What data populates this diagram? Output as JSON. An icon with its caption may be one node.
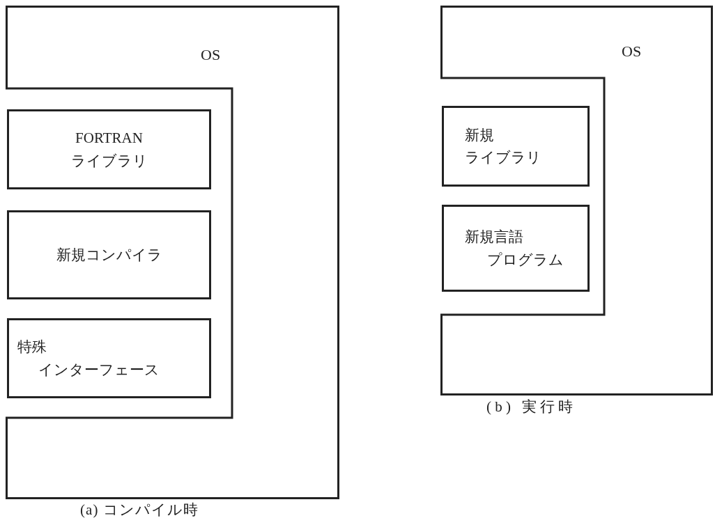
{
  "diagram": {
    "nodes": [
      {
        "text": [
          "OS"
        ],
        "beside": [
          "(a) コンパイル時"
        ]
      },
      {
        "text": [
          "FORTRAN",
          "ライブラリ"
        ]
      },
      {
        "text": [
          "新規コンパイラ"
        ]
      },
      {
        "text": [
          "特殊",
          "インターフェース"
        ]
      },
      {
        "text": [
          "OS"
        ],
        "beside": [
          "(b) 実行時"
        ]
      },
      {
        "text": [
          "新規",
          "ライブラリ"
        ]
      },
      {
        "text": [
          "新規言語",
          "プログラム"
        ]
      }
    ],
    "edges": []
  }
}
